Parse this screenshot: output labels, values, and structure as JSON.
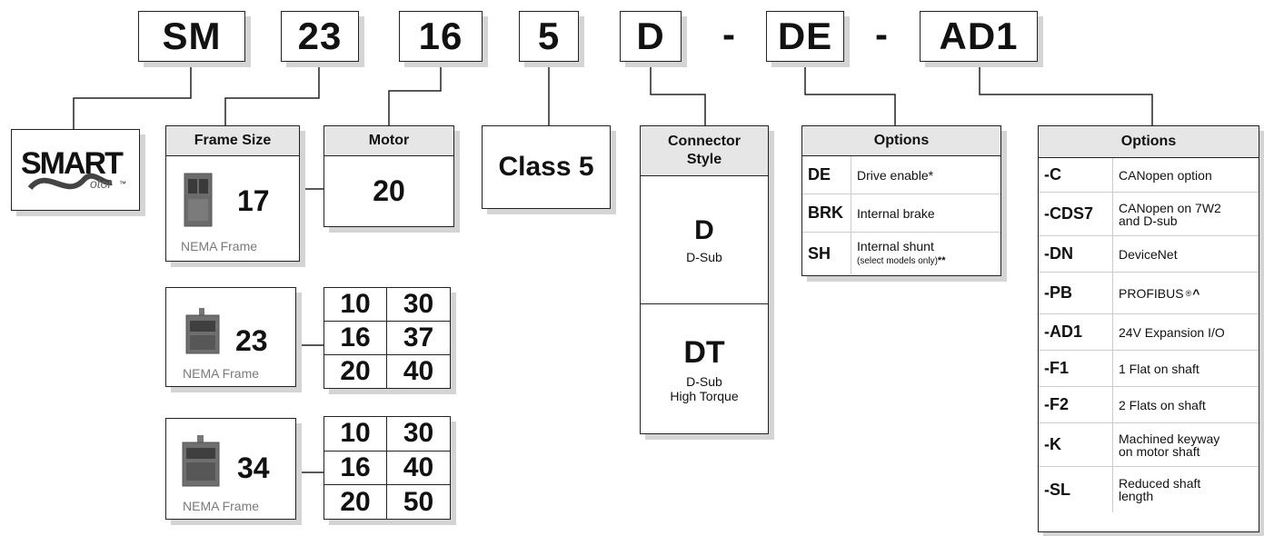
{
  "part_number": {
    "segments": [
      "SM",
      "23",
      "16",
      "5",
      "D",
      "DE",
      "AD1"
    ],
    "separator": "-"
  },
  "logo": {
    "text": "SMART",
    "sub_text": "otor",
    "tm": "™"
  },
  "frame_size": {
    "header": "Frame Size",
    "frames": [
      {
        "size": "17",
        "label": "NEMA Frame",
        "motors": [
          "20"
        ]
      },
      {
        "size": "23",
        "label": "NEMA Frame",
        "motors": [
          "10",
          "30",
          "16",
          "37",
          "20",
          "40"
        ]
      },
      {
        "size": "34",
        "label": "NEMA Frame",
        "motors": [
          "10",
          "30",
          "16",
          "40",
          "20",
          "50"
        ]
      }
    ]
  },
  "motor": {
    "header": "Motor"
  },
  "class": {
    "text": "Class 5"
  },
  "connector": {
    "header": "Connector Style",
    "options": [
      {
        "code": "D",
        "desc": "D-Sub"
      },
      {
        "code": "DT",
        "desc": "D-Sub",
        "desc2": "High Torque"
      }
    ]
  },
  "options1": {
    "header": "Options",
    "rows": [
      {
        "code": "DE",
        "desc": "Drive enable*"
      },
      {
        "code": "BRK",
        "desc": "Internal brake"
      },
      {
        "code": "SH",
        "desc": "Internal shunt",
        "note": "(select models only)",
        "note_mark": "**"
      }
    ]
  },
  "options2": {
    "header": "Options",
    "rows": [
      {
        "code": "-C",
        "desc": "CANopen option"
      },
      {
        "code": "-CDS7",
        "desc": "CANopen on 7W2",
        "desc2": "and D-sub"
      },
      {
        "code": "-DN",
        "desc": "DeviceNet"
      },
      {
        "code": "-PB",
        "desc": "PROFIBUS",
        "reg": "®",
        "mark": "^"
      },
      {
        "code": "-AD1",
        "desc": "24V Expansion I/O"
      },
      {
        "code": "-F1",
        "desc": "1 Flat on shaft"
      },
      {
        "code": "-F2",
        "desc": "2 Flats on shaft"
      },
      {
        "code": "-K",
        "desc": "Machined keyway",
        "desc2": "on motor shaft"
      },
      {
        "code": "-SL",
        "desc": "Reduced shaft",
        "desc2": "length"
      }
    ]
  }
}
